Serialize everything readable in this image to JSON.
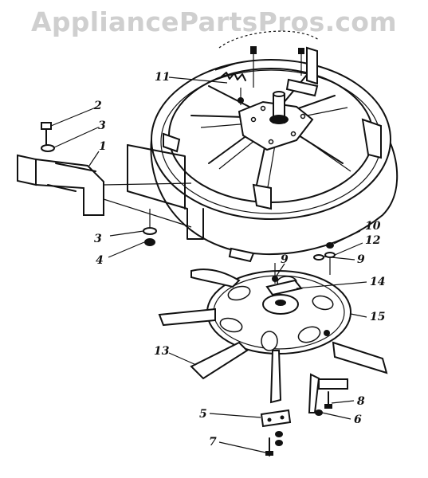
{
  "watermark": "AppliancePartsPros.com",
  "callouts": [
    {
      "id": "c2",
      "label": "2"
    },
    {
      "id": "c3a",
      "label": "3"
    },
    {
      "id": "c1",
      "label": "1"
    },
    {
      "id": "c11",
      "label": "11"
    },
    {
      "id": "c3b",
      "label": "3"
    },
    {
      "id": "c4",
      "label": "4"
    },
    {
      "id": "c10",
      "label": "10"
    },
    {
      "id": "c12",
      "label": "12"
    },
    {
      "id": "c9a",
      "label": "9"
    },
    {
      "id": "c9b",
      "label": "9"
    },
    {
      "id": "c14",
      "label": "14"
    },
    {
      "id": "c15",
      "label": "15"
    },
    {
      "id": "c13",
      "label": "13"
    },
    {
      "id": "c5",
      "label": "5"
    },
    {
      "id": "c6",
      "label": "6"
    },
    {
      "id": "c8",
      "label": "8"
    },
    {
      "id": "c7",
      "label": "7"
    }
  ]
}
